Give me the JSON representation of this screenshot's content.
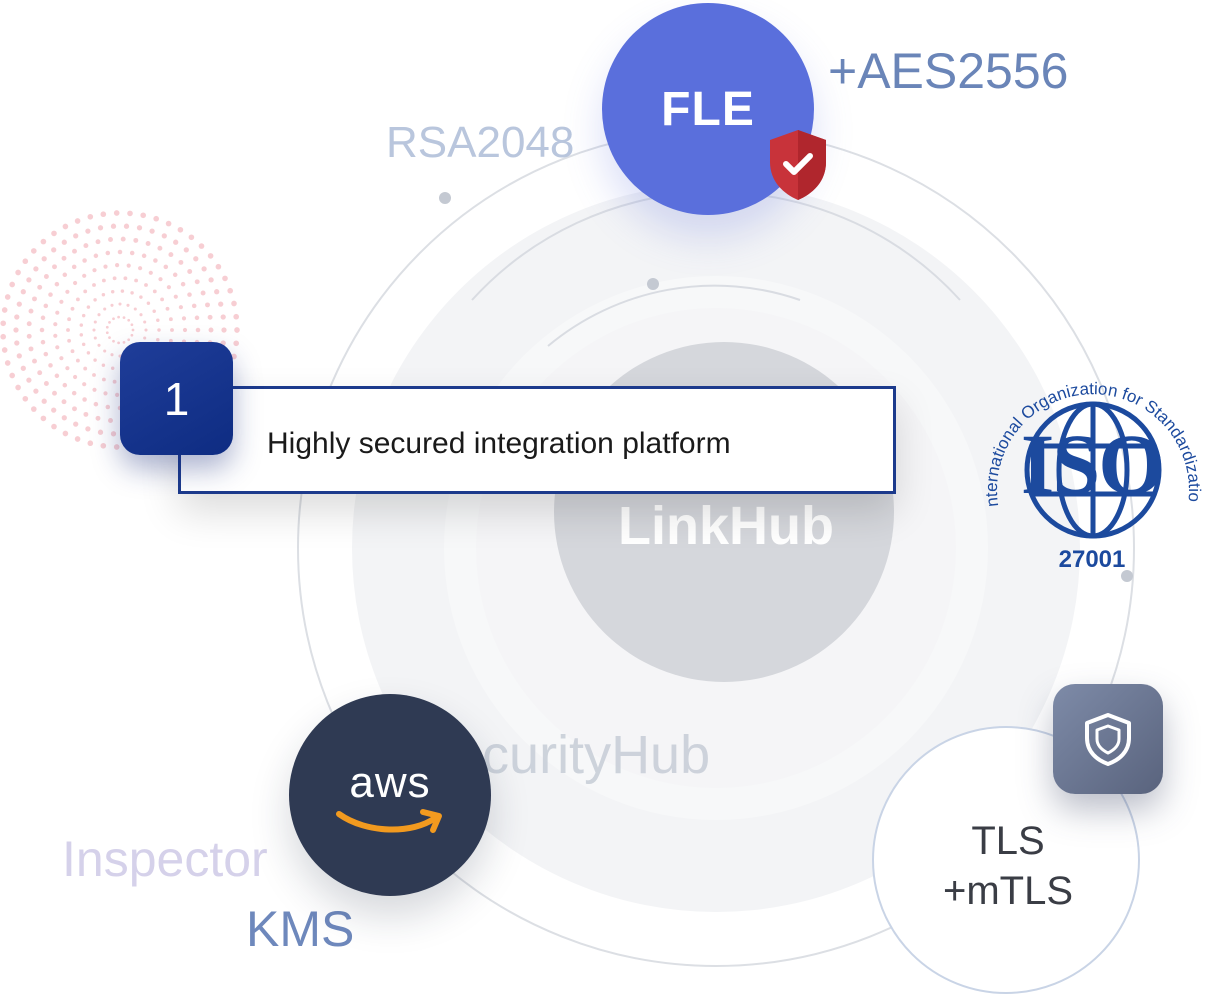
{
  "badges": {
    "fle": "FLE",
    "aes": "+AES2556",
    "rsa": "RSA2048",
    "aws": "aws",
    "tls_line1": "TLS",
    "tls_line2": "+mTLS"
  },
  "center": {
    "brand": "LinkHub",
    "security_hub": "SecurityHub"
  },
  "services": {
    "inspector": "Inspector",
    "kms": "KMS"
  },
  "step": {
    "number": "1",
    "text": "Highly secured integration platform"
  },
  "iso": {
    "ring_text": "International Organization for Standardization",
    "word": "ISO",
    "standard": "27001"
  },
  "colors": {
    "fle_blue": "#5a6fdc",
    "shield_red": "#c8333a",
    "aws_navy": "#2f3a53",
    "aws_orange": "#f29a1f",
    "iso_blue": "#1c4a9e",
    "step_navy": "#1c3a8c"
  },
  "icons": {
    "fle_badge": "shield-check-icon",
    "tls_badge": "shield-icon",
    "iso_logo": "globe-icon",
    "aws_logo": "amazon-smile-icon"
  }
}
